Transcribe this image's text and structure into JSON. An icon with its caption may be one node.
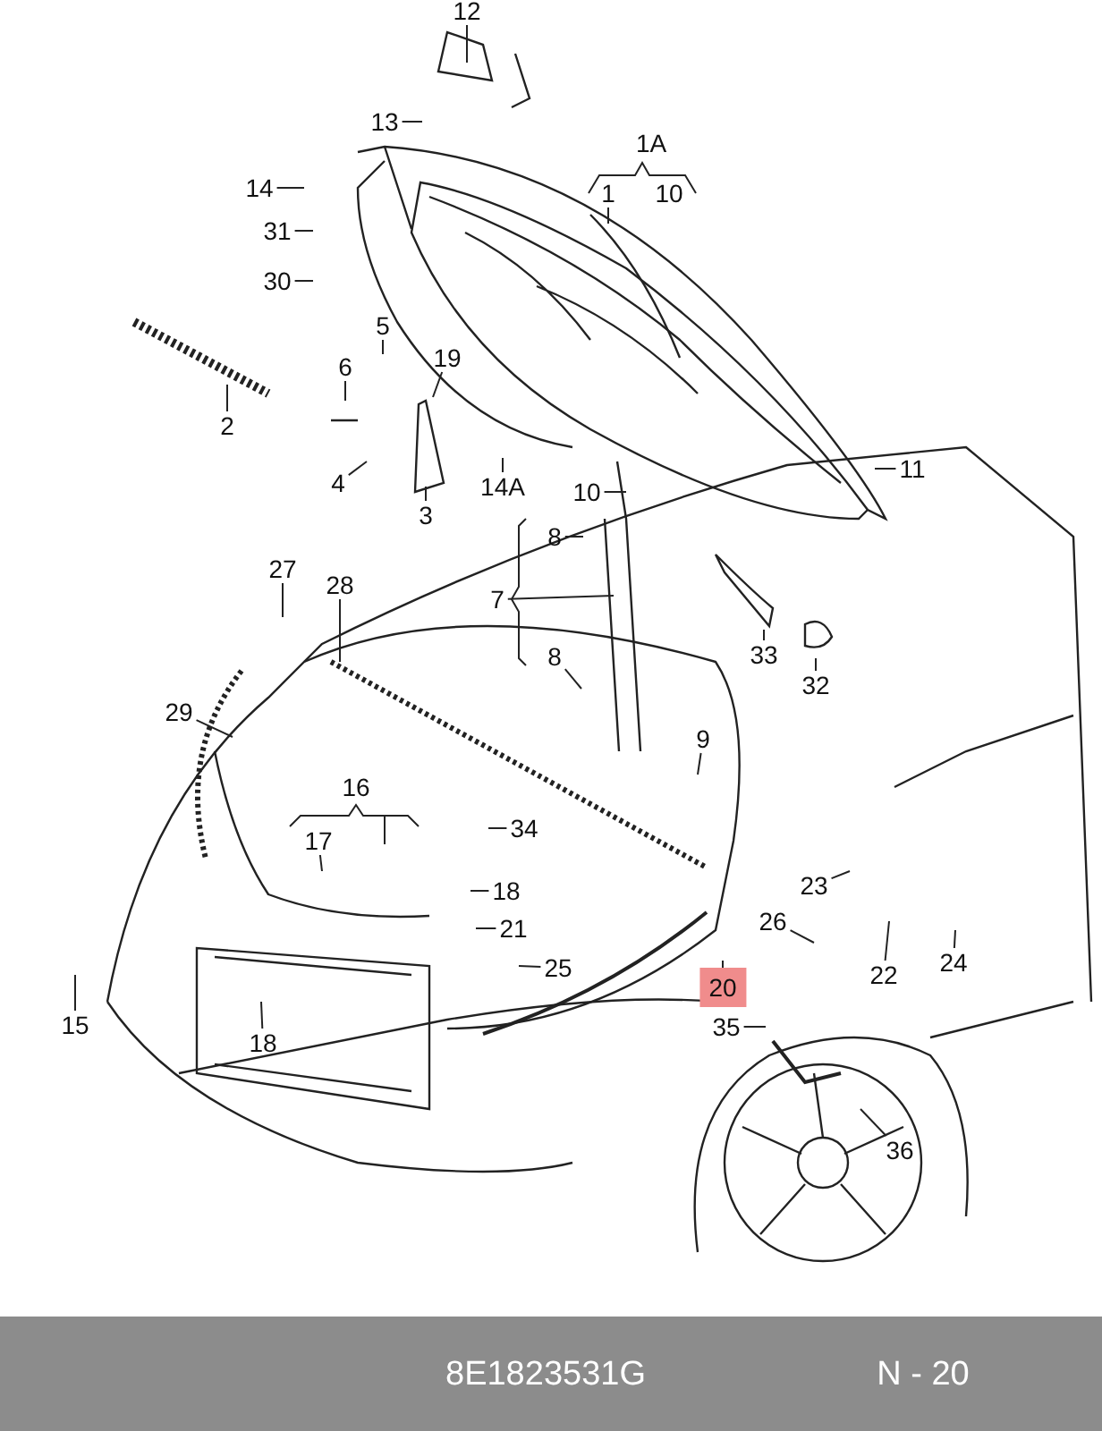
{
  "diagram": {
    "nodes": [
      {
        "text": [
          "12"
        ]
      },
      {
        "text": [
          "13"
        ]
      },
      {
        "text": [
          "1"
        ]
      },
      {
        "text": [
          "14"
        ]
      },
      {
        "text": [
          "31"
        ]
      },
      {
        "text": [
          "30"
        ]
      },
      {
        "text": [
          "2"
        ]
      },
      {
        "text": [
          "5"
        ]
      },
      {
        "text": [
          "6"
        ]
      },
      {
        "text": [
          "19"
        ]
      },
      {
        "text": [
          "4"
        ]
      },
      {
        "text": [
          "3"
        ]
      },
      {
        "text": [
          "14A"
        ]
      },
      {
        "text": [
          "10"
        ]
      },
      {
        "text": [
          "11"
        ]
      },
      {
        "text": [
          "8"
        ]
      },
      {
        "text": [
          "27"
        ]
      },
      {
        "text": [
          "28"
        ]
      },
      {
        "text": [
          "7"
        ]
      },
      {
        "text": [
          "8"
        ]
      },
      {
        "text": [
          "33"
        ]
      },
      {
        "text": [
          "32"
        ]
      },
      {
        "text": [
          "29"
        ]
      },
      {
        "text": [
          "9"
        ]
      },
      {
        "text": [
          "17"
        ]
      },
      {
        "text": [
          "34"
        ]
      },
      {
        "text": [
          "18"
        ]
      },
      {
        "text": [
          "21"
        ]
      },
      {
        "text": [
          "23"
        ]
      },
      {
        "text": [
          "15"
        ]
      },
      {
        "text": [
          "18"
        ]
      },
      {
        "text": [
          "25"
        ]
      },
      {
        "text": [
          "26"
        ]
      },
      {
        "text": [
          "22"
        ]
      },
      {
        "text": [
          "24"
        ]
      },
      {
        "text": [
          "20"
        ]
      },
      {
        "text": [
          "35"
        ]
      },
      {
        "text": [
          "36"
        ]
      }
    ],
    "edges": [
      {
        "from": 0,
        "to": null,
        "arrow": "none"
      },
      {
        "from": 1,
        "to": null,
        "arrow": "none"
      },
      {
        "from": 2,
        "to": null,
        "arrow": "none"
      },
      {
        "from": 3,
        "to": null,
        "arrow": "none"
      },
      {
        "from": 4,
        "to": null,
        "arrow": "none"
      },
      {
        "from": 5,
        "to": null,
        "arrow": "none"
      },
      {
        "from": 6,
        "to": null,
        "arrow": "none"
      },
      {
        "from": 7,
        "to": null,
        "arrow": "none"
      },
      {
        "from": 8,
        "to": null,
        "arrow": "none"
      },
      {
        "from": 9,
        "to": null,
        "arrow": "none"
      },
      {
        "from": 10,
        "to": null,
        "arrow": "none"
      },
      {
        "from": 11,
        "to": null,
        "arrow": "none"
      },
      {
        "from": 12,
        "to": null,
        "arrow": "none"
      },
      {
        "from": 13,
        "to": null,
        "arrow": "none"
      },
      {
        "from": 14,
        "to": null,
        "arrow": "none"
      },
      {
        "from": 15,
        "to": null,
        "arrow": "none"
      },
      {
        "from": 16,
        "to": null,
        "arrow": "none"
      },
      {
        "from": 17,
        "to": null,
        "arrow": "none"
      },
      {
        "from": 18,
        "to": null,
        "arrow": "none"
      },
      {
        "from": 19,
        "to": null,
        "arrow": "none"
      },
      {
        "from": 20,
        "to": null,
        "arrow": "none"
      },
      {
        "from": 21,
        "to": null,
        "arrow": "none"
      },
      {
        "from": 22,
        "to": null,
        "arrow": "none"
      },
      {
        "from": 23,
        "to": null,
        "arrow": "none"
      },
      {
        "from": 24,
        "to": null,
        "arrow": "none"
      },
      {
        "from": 25,
        "to": null,
        "arrow": "none"
      },
      {
        "from": 26,
        "to": null,
        "arrow": "none"
      },
      {
        "from": 27,
        "to": null,
        "arrow": "none"
      },
      {
        "from": 28,
        "to": null,
        "arrow": "none"
      },
      {
        "from": 29,
        "to": null,
        "arrow": "none"
      },
      {
        "from": 30,
        "to": null,
        "arrow": "none"
      },
      {
        "from": 31,
        "to": null,
        "arrow": "none"
      },
      {
        "from": 32,
        "to": null,
        "arrow": "none"
      },
      {
        "from": 33,
        "to": null,
        "arrow": "none"
      },
      {
        "from": 34,
        "to": null,
        "arrow": "none"
      },
      {
        "from": 35,
        "to": null,
        "arrow": "none"
      },
      {
        "from": 36,
        "to": null,
        "arrow": "none"
      },
      {
        "from": 37,
        "to": null,
        "arrow": "none"
      }
    ],
    "labels": [
      "1A",
      "10",
      "16",
      "8E1823531G",
      "N - 20"
    ]
  }
}
